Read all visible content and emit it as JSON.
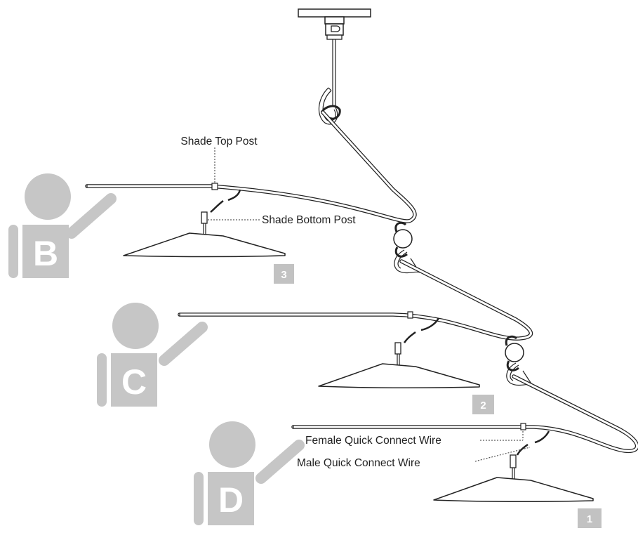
{
  "labels": {
    "shade_top_post": "Shade Top Post",
    "shade_bottom_post": "Shade Bottom Post",
    "female_wire": "Female Quick Connect Wire",
    "male_wire": "Male Quick Connect Wire"
  },
  "people": [
    {
      "letter": "B"
    },
    {
      "letter": "C"
    },
    {
      "letter": "D"
    }
  ],
  "shade_numbers": [
    "3",
    "2",
    "1"
  ],
  "colors": {
    "person_gray": "#c6c6c6",
    "badge_gray": "#c2c2c2",
    "line": "#222222"
  }
}
